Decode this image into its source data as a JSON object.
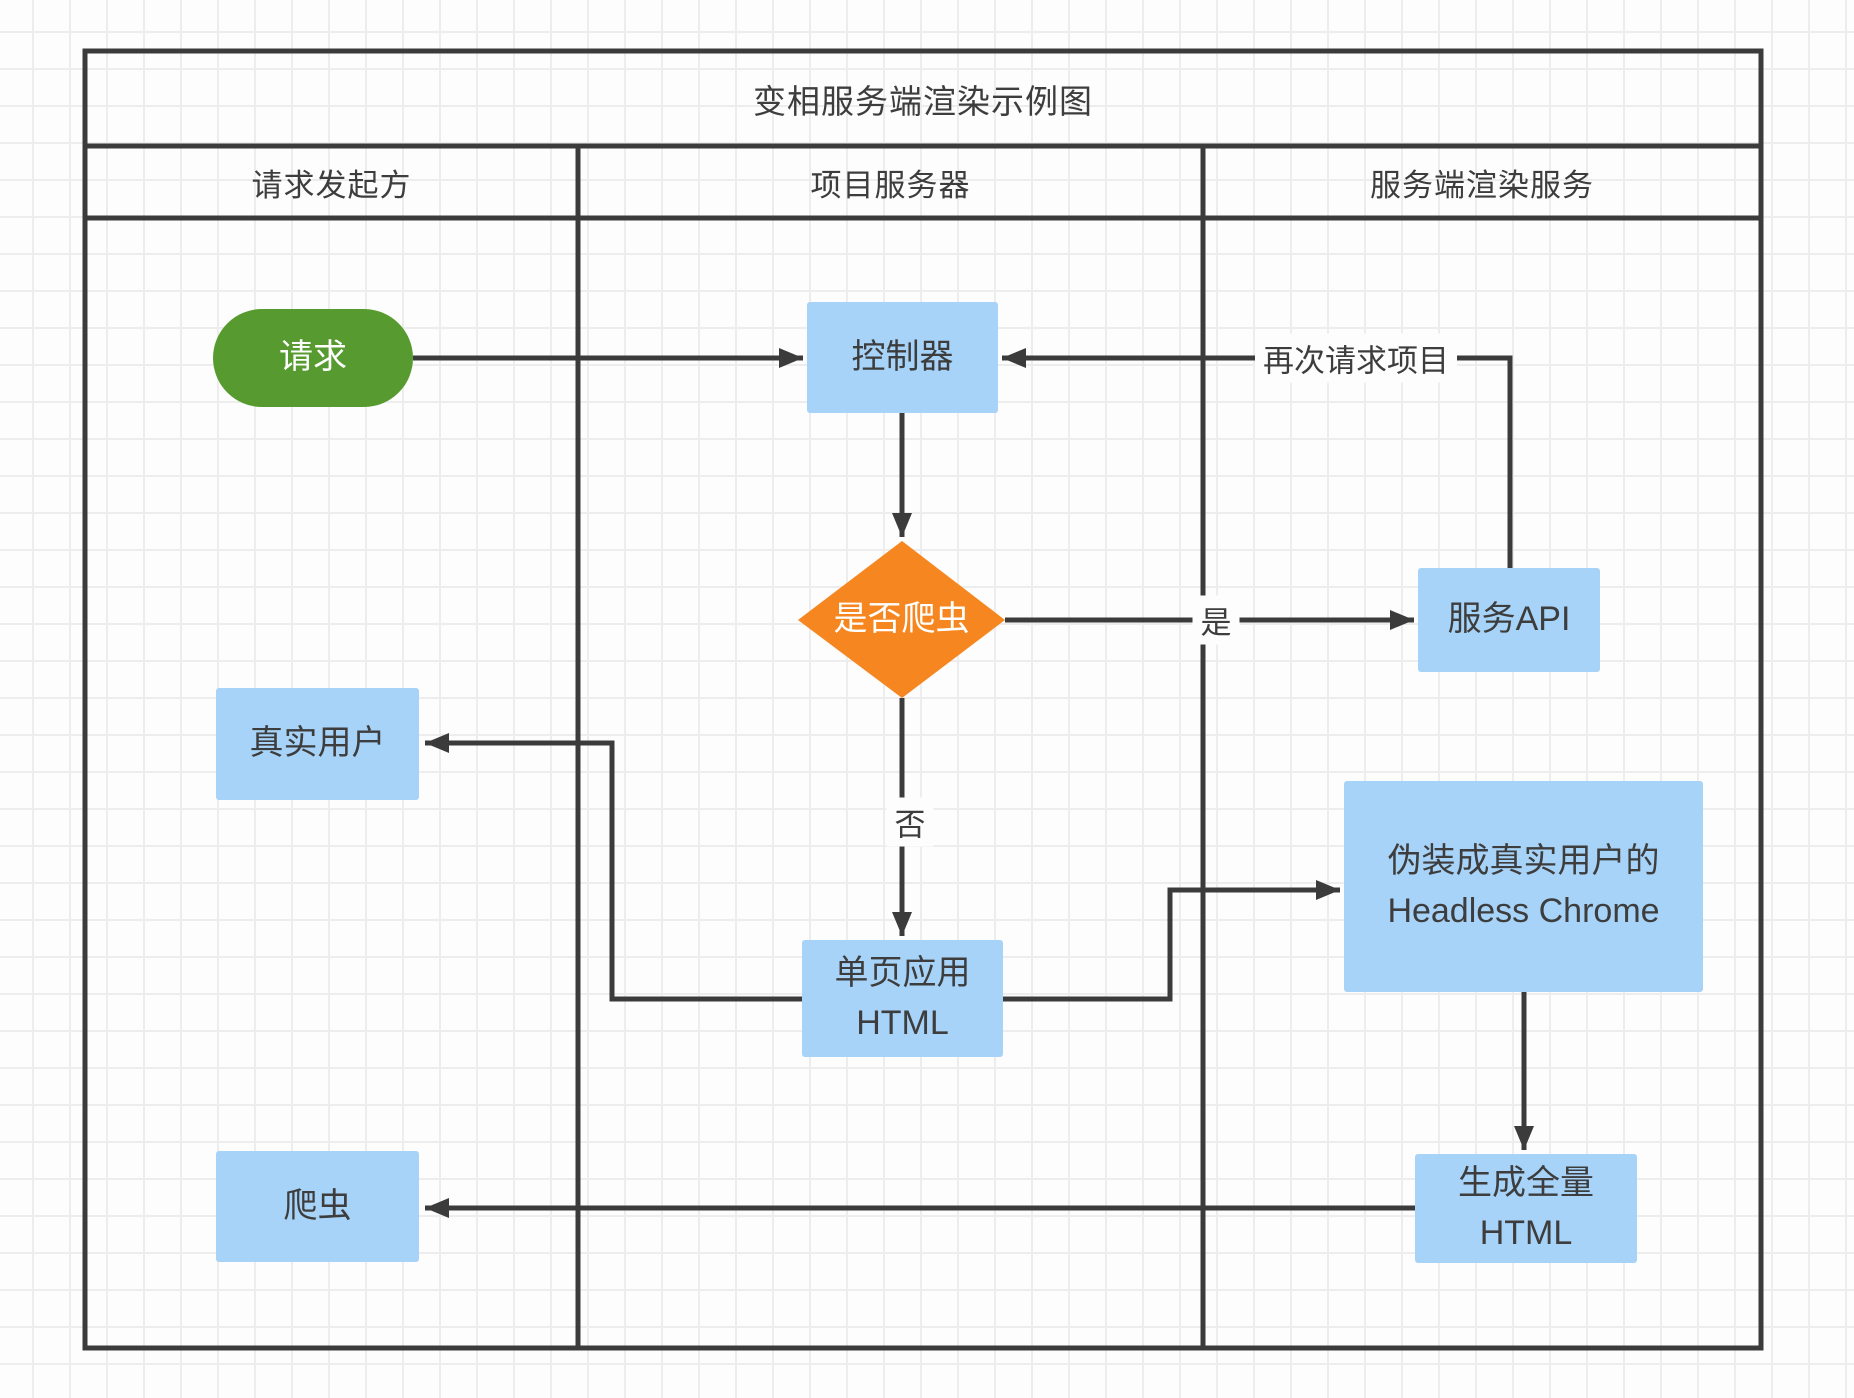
{
  "title": "变相服务端渲染示例图",
  "lanes": {
    "requester": "请求发起方",
    "project_server": "项目服务器",
    "ssr_service": "服务端渲染服务"
  },
  "nodes": {
    "request": {
      "label": "请求"
    },
    "controller": {
      "label": "控制器"
    },
    "is_crawler": {
      "label": "是否爬虫"
    },
    "service_api": {
      "label": "服务API"
    },
    "real_user": {
      "label": "真实用户"
    },
    "headless_chrome": {
      "lines": [
        "伪装成真实用户的",
        "Headless Chrome"
      ]
    },
    "spa_html": {
      "lines": [
        "单页应用",
        "HTML"
      ]
    },
    "crawler": {
      "label": "爬虫"
    },
    "full_html": {
      "lines": [
        "生成全量",
        "HTML"
      ]
    }
  },
  "edge_labels": {
    "request_again": "再次请求项目",
    "yes": "是",
    "no": "否"
  },
  "colors": {
    "node_blue": "#a6d3f7",
    "node_green": "#579b30",
    "node_orange": "#f6861f",
    "line": "#3b3b3b",
    "text": "#3d3d3d",
    "background": "#fdfdfd",
    "grid": "#ededed"
  }
}
